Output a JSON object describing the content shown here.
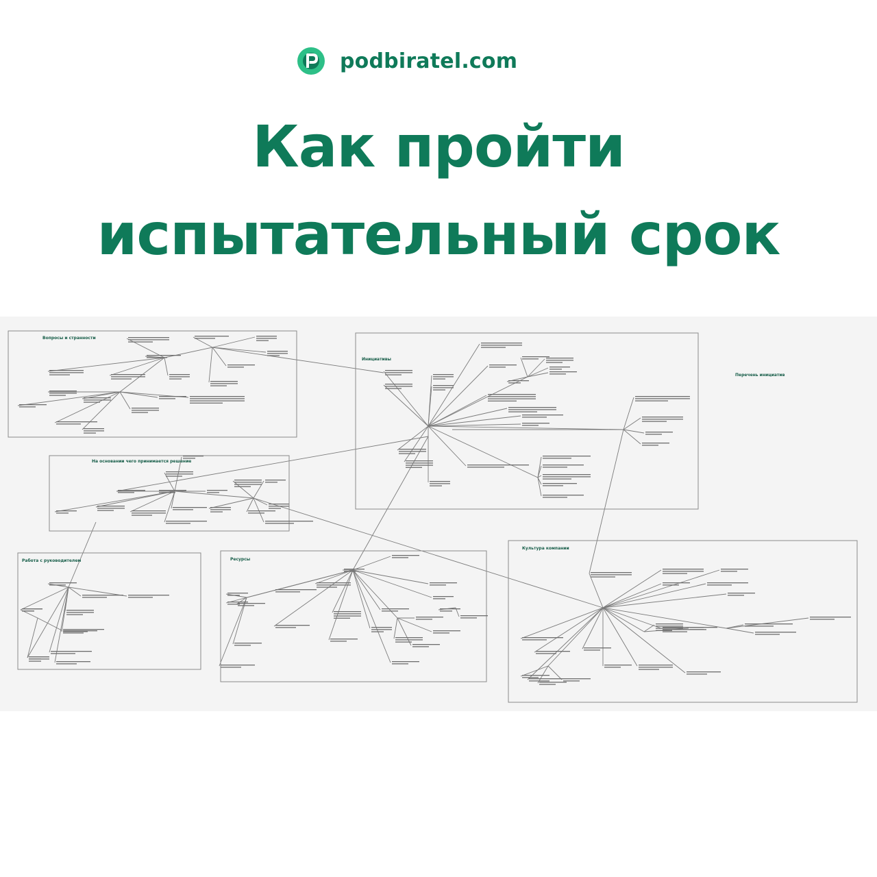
{
  "brand": {
    "logo_icon": "podbiratel-p-logo-icon",
    "name": "podbiratel.com"
  },
  "headline": {
    "line1": "Как пройти",
    "line2": "испытательный срок"
  },
  "mindmap": {
    "frames": [
      {
        "id": "questions",
        "title": "Вопросы и странности"
      },
      {
        "id": "initiatives",
        "title": "Инициативы"
      },
      {
        "id": "initiatives-list",
        "title": "Перечень инициатив"
      },
      {
        "id": "decisions",
        "title": "На основании чего принимается решение"
      },
      {
        "id": "manager",
        "title": "Работа с руководителем"
      },
      {
        "id": "resources",
        "title": "Ресурсы"
      },
      {
        "id": "culture",
        "title": "Культура компании"
      }
    ]
  },
  "colors": {
    "brand_green": "#0f7a59",
    "logo_green": "#2dbf87",
    "board_background": "#f4f4f4",
    "line_gray": "#7a7a7a"
  }
}
